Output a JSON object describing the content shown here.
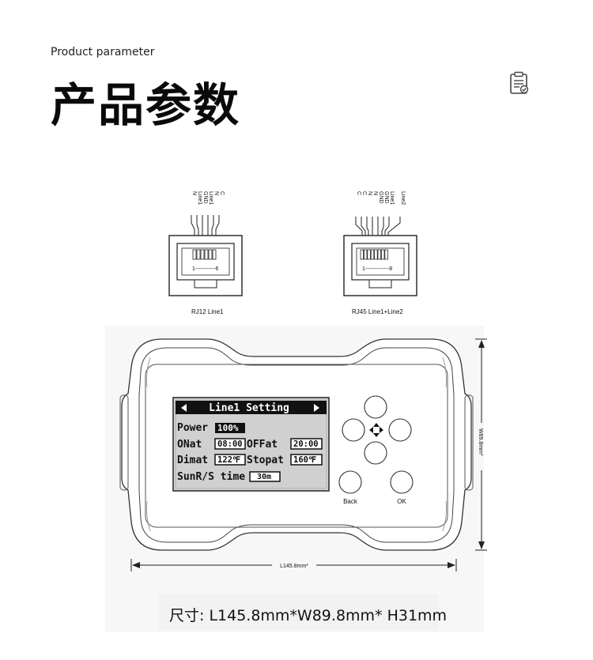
{
  "header": {
    "subtitle": "Product parameter",
    "title": "产品参数",
    "icon": "clipboard-check-icon"
  },
  "connectors": {
    "rj12": {
      "pins": [
        "N",
        "Line1",
        "GND",
        "Line1",
        "N",
        "C"
      ],
      "range": "1-----------6",
      "caption": "RJ12 Line1"
    },
    "rj45": {
      "pins": [
        "Line2",
        "Line1",
        "GND",
        "GND",
        "N",
        "N",
        "C",
        "C"
      ],
      "range": "1-------------8",
      "caption": "RJ45 Line1+Line2"
    }
  },
  "lcd": {
    "title": "Line1 Setting",
    "power_label": "Power",
    "power_value": "100%",
    "on_label": "ONat",
    "on_value": "08:00",
    "off_label": "OFFat",
    "off_value": "20:00",
    "dim_label": "Dimat",
    "dim_value": "122℉",
    "stop_label": "Stopat",
    "stop_value": "160℉",
    "sun_label": "SunR/S time",
    "sun_value": "30m"
  },
  "buttons": {
    "back": "Back",
    "ok": "OK"
  },
  "dimensions": {
    "length": "L145.8mm*",
    "width": "W89.8mm*",
    "summary": "尺寸: L145.8mm*W89.8mm* H31mm"
  }
}
